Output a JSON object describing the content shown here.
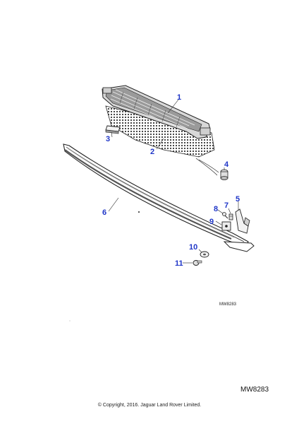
{
  "callouts": [
    "1",
    "2",
    "3",
    "4",
    "5",
    "6",
    "7",
    "8",
    "9",
    "10",
    "11"
  ],
  "diagram_ref_small": "MW8283",
  "diagram_ref_large": "MW8283",
  "copyright": "© Copyright, 2016. Jaguar Land Rover Limited.",
  "colors": {
    "callout": "#1f36c8",
    "line": "#222222"
  }
}
